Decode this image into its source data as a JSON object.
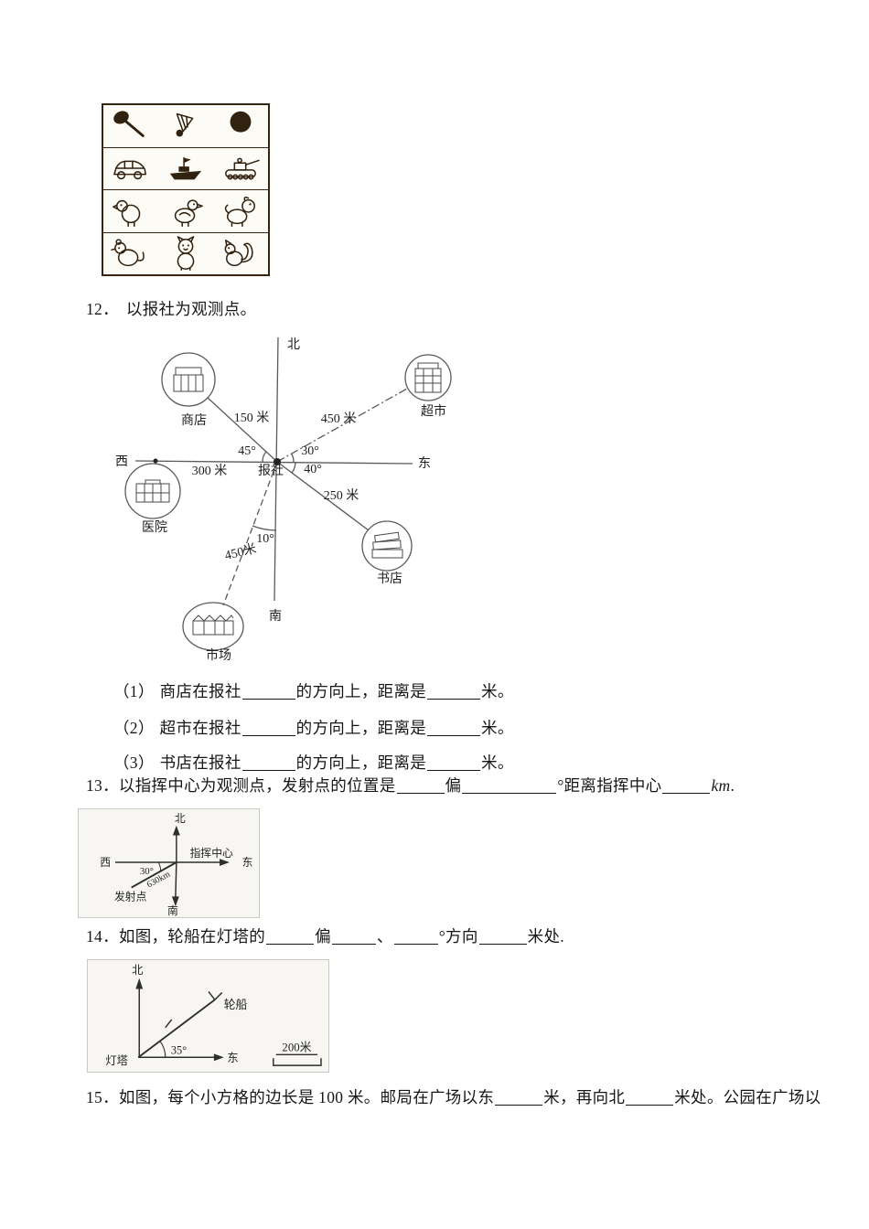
{
  "colors": {
    "ink": "#161616",
    "sketch_ink": "#31210f",
    "diagram_line": "#5a5a5a",
    "diagram_dark_line": "#2e2e2e",
    "diagram_bg": "#f7f6f3"
  },
  "icon_grid": {
    "rows": [
      [
        "badminton-racket",
        "shuttlecock",
        "ball"
      ],
      [
        "car",
        "warship",
        "tank"
      ],
      [
        "chick",
        "duckling",
        "puppy"
      ],
      [
        "mouse",
        "kitten",
        "squirrel"
      ]
    ]
  },
  "q12": {
    "number": "12．",
    "prompt": "以报社为观测点。",
    "diagram": {
      "north": "北",
      "south": "南",
      "east": "东",
      "west": "西",
      "center_label": "报社",
      "shop": {
        "label": "商店",
        "distance": "150 米",
        "angle": "45°"
      },
      "supermarket": {
        "label": "超市",
        "distance": "450 米",
        "angle": "30°"
      },
      "hospital": {
        "label": "医院",
        "distance": "300 米"
      },
      "bookstore": {
        "label": "书店",
        "distance": "250 米",
        "angle": "40°"
      },
      "market": {
        "label": "市场",
        "distance": "450米",
        "angle": "10°"
      }
    },
    "items": [
      {
        "num": "（1）",
        "pre": "商店在报社",
        "mid": "的方向上，距离是",
        "post": "米。"
      },
      {
        "num": "（2）",
        "pre": "超市在报社",
        "mid": "的方向上，距离是",
        "post": "米。"
      },
      {
        "num": "（3）",
        "pre": "书店在报社",
        "mid": "的方向上，距离是",
        "post": "米。"
      }
    ]
  },
  "q13": {
    "number": "13．",
    "seg1": "以指挥中心为观测点，发射点的位置是",
    "seg2": "偏",
    "seg3": "°距离指挥中心",
    "unit": "km",
    "period": ".",
    "diagram": {
      "north": "北",
      "south": "南",
      "east": "东",
      "west": "西",
      "center": "指挥中心",
      "point": "发射点",
      "angle": "30°",
      "distance": "630km"
    }
  },
  "q14": {
    "number": "14．",
    "seg1": "如图，轮船在灯塔的",
    "seg2": "偏",
    "seg3": "、",
    "seg4": "°方向",
    "seg5": "米处.",
    "diagram": {
      "north": "北",
      "east": "东",
      "origin": "灯塔",
      "ship": "轮船",
      "angle": "35°",
      "scale": "200米"
    }
  },
  "q15": {
    "number": "15．",
    "seg1": "如图，每个小方格的边长是 100 米。邮局在广场以东",
    "seg2": "米，再向北",
    "seg3": "米处。公园在广场以"
  }
}
